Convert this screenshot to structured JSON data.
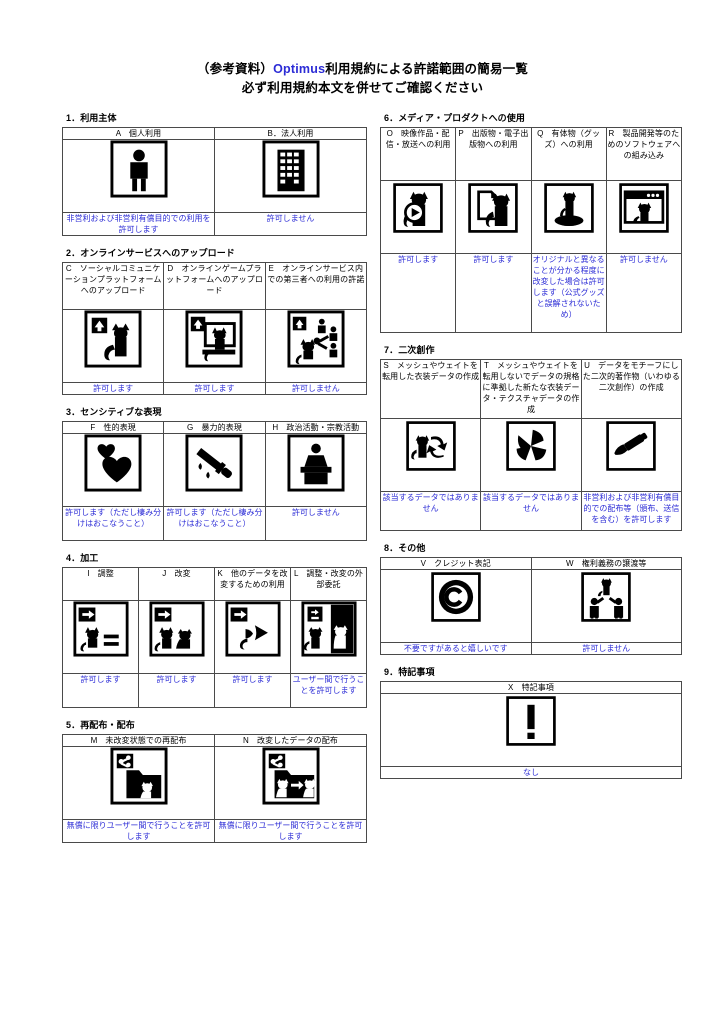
{
  "title": {
    "line1_prefix": "（参考資料）",
    "line1_brand": "Optimus",
    "line1_suffix": "利用規約による許諾範囲の簡易一覧",
    "line2": "必ず利用規約本文を併せてご確認ください"
  },
  "sections": [
    {
      "id": "sec1",
      "heading": "1．利用主体",
      "columns": [
        {
          "header": "A　個人利用",
          "icon": "person-icon",
          "value": "非営利および非営利有償目的での利用を許可します"
        },
        {
          "header": "B．法人利用",
          "icon": "building-icon",
          "value": "許可しません"
        }
      ]
    },
    {
      "id": "sec2",
      "heading": "2．オンラインサービスへのアップロード",
      "columns": [
        {
          "header": "C　ソーシャルコミュニケーションプラットフォームへのアップロード",
          "icon": "upload-cat-icon",
          "value": "許可します"
        },
        {
          "header": "D　オンラインゲームプラットフォームへのアップロード",
          "icon": "upload-cat-monitor-icon",
          "value": "許可します"
        },
        {
          "header": "E　オンラインサービス内での第三者への利用の許諾",
          "icon": "upload-share-icon",
          "value": "許可しません"
        }
      ]
    },
    {
      "id": "sec3",
      "heading": "3．センシティブな表現",
      "columns": [
        {
          "header": "F　性的表現",
          "icon": "hearts-icon",
          "value": "許可します（ただし棲み分けはおこなうこと）"
        },
        {
          "header": "G　暴力的表現",
          "icon": "knife-icon",
          "value": "許可します（ただし棲み分けはおこなうこと）"
        },
        {
          "header": "H　政治活動・宗教活動",
          "icon": "podium-icon",
          "value": "許可しません"
        }
      ]
    },
    {
      "id": "sec4",
      "heading": "4．加工",
      "columns": [
        {
          "header": "I　調整",
          "icon": "adjust-equal-icon",
          "value": "許可します"
        },
        {
          "header": "J　改変",
          "icon": "modify-cat-icon",
          "value": "許可します"
        },
        {
          "header": "K　他のデータを改変するための利用",
          "icon": "modify-other-icon",
          "value": "許可します"
        },
        {
          "header": "L　調整・改変の外部委託",
          "icon": "outsource-icon",
          "value": "ユーザー間で行うことを許可します"
        }
      ]
    },
    {
      "id": "sec5",
      "heading": "5．再配布・配布",
      "columns": [
        {
          "header": "M　未改変状態での再配布",
          "icon": "share-folder-icon",
          "value": "無償に限りユーザー間で行うことを許可します"
        },
        {
          "header": "N　改変したデータの配布",
          "icon": "share-folder-modified-icon",
          "value": "無償に限りユーザー間で行うことを許可します"
        }
      ]
    },
    {
      "id": "sec6",
      "heading": "6．メディア・プロダクトへの使用",
      "columns": [
        {
          "header": "O　映像作品・配信・放送への利用",
          "icon": "cat-play-icon",
          "value": "許可します"
        },
        {
          "header": "P　出版物・電子出版物への利用",
          "icon": "cat-book-icon",
          "value": "許可します"
        },
        {
          "header": "Q　有体物（グッズ）への利用",
          "icon": "cat-goods-icon",
          "value": "オリジナルと異なることが分かる程度に改変した場合は許可します（公式グッズと誤解されないため）"
        },
        {
          "header": "R　製品開発等のためのソフトウェアへの組み込み",
          "icon": "cat-software-icon",
          "value": "許可しません"
        }
      ]
    },
    {
      "id": "sec7",
      "heading": "7．二次創作",
      "columns": [
        {
          "header": "S　メッシュやウェイトを転用した衣装データの作成",
          "icon": "mesh-reuse-icon",
          "value": "該当するデータではありません"
        },
        {
          "header": "T　メッシュやウェイトを転用しないでデータの規格に準拠した新たな衣装データ・テクスチャデータの作成",
          "icon": "new-costume-icon",
          "value": "該当するデータではありません"
        },
        {
          "header": "U　データをモチーフにした二次的著作物（いわゆる二次創作）の作成",
          "icon": "pen-icon",
          "value": "非営利および非営利有償目的での配布等（頒布、送信を含む）を許可します"
        }
      ]
    },
    {
      "id": "sec8",
      "heading": "8．その他",
      "columns": [
        {
          "header": "V　クレジット表記",
          "icon": "copyright-icon",
          "value": "不要ですがあると嬉しいです"
        },
        {
          "header": "W　権利義務の譲渡等",
          "icon": "transfer-icon",
          "value": "許可しません"
        }
      ]
    },
    {
      "id": "sec9",
      "heading": "9．特記事項",
      "columns": [
        {
          "header": "X　特記事項",
          "icon": "exclamation-icon",
          "value": "なし"
        }
      ]
    }
  ],
  "colors": {
    "value_text": "#2c2cd6",
    "brand": "#2c2cd6",
    "border": "#4a4a4a",
    "glyph": "#000000"
  }
}
